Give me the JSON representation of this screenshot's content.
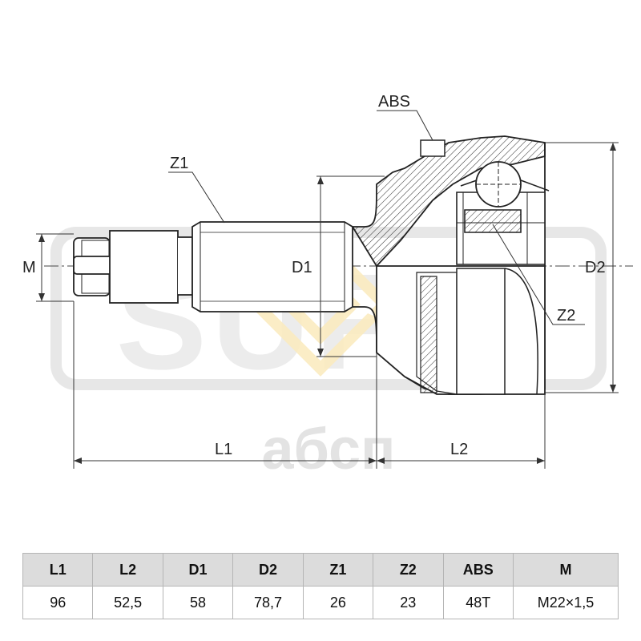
{
  "drawing": {
    "labels": {
      "l1": "L1",
      "l2": "L2",
      "d1": "D1",
      "d2": "D2",
      "z1": "Z1",
      "z2": "Z2",
      "abs": "ABS",
      "m": "M"
    },
    "watermark": {
      "brand": "SUFIX",
      "store": "абсп"
    }
  },
  "spec_table": {
    "headers": [
      "L1",
      "L2",
      "D1",
      "D2",
      "Z1",
      "Z2",
      "ABS",
      "M"
    ],
    "values": [
      "96",
      "52,5",
      "58",
      "78,7",
      "26",
      "23",
      "48T",
      "M22×1,5"
    ]
  }
}
